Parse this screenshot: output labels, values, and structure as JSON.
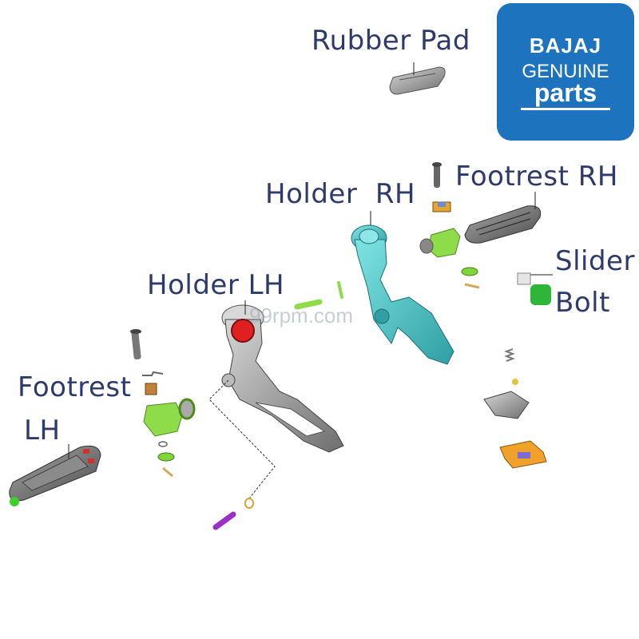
{
  "labels": {
    "rubber_pad": "Rubber Pad",
    "footrest_rh": "Footrest RH",
    "holder_rh": "Holder  RH",
    "slider": "Slider",
    "bolt": "Bolt",
    "holder_lh": "Holder LH",
    "footrest_lh_line1": "Footrest",
    "footrest_lh_line2": "LH"
  },
  "logo": {
    "brand": "BAJAJ",
    "line1": "GENUINE",
    "line2": "parts"
  },
  "watermark": "99rpm.com",
  "colors": {
    "label_text": "#2e3a6b",
    "logo_bg": "#1e73be",
    "holder_rh": "#4fc7c9",
    "part_green": "#7fd63a",
    "part_grey": "#8f9091",
    "part_purple": "#9b2fc8",
    "part_orange": "#e88a1a"
  }
}
